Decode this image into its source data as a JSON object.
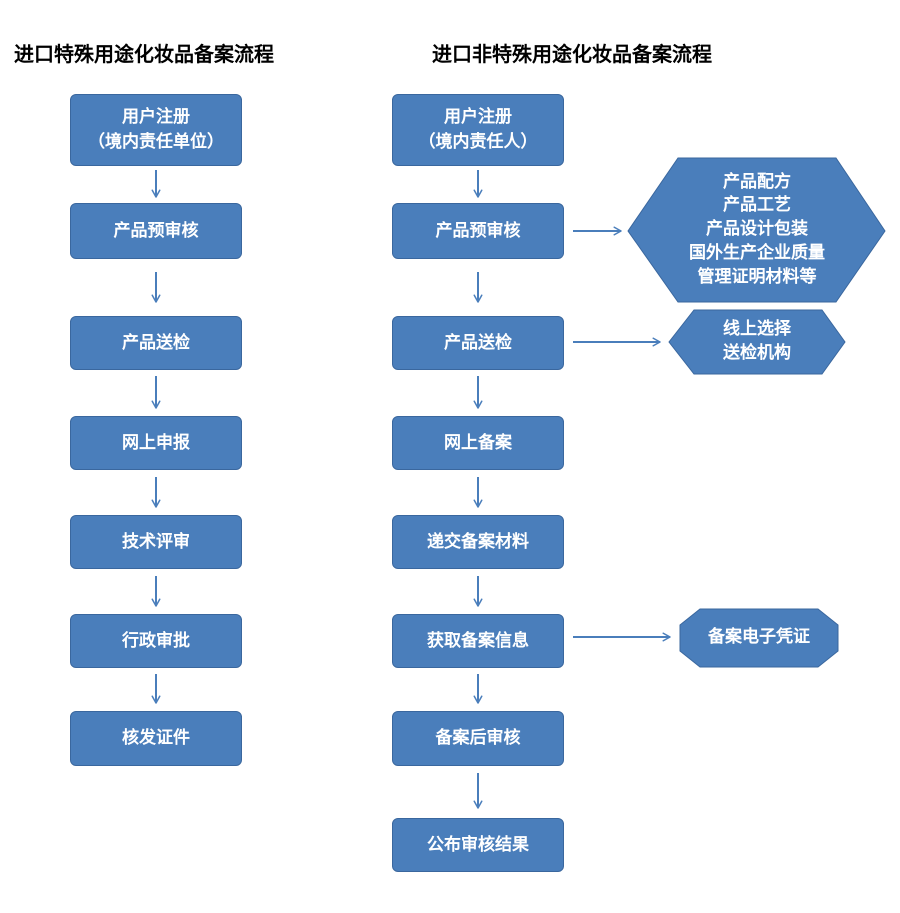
{
  "left": {
    "title": "进口特殊用途化妆品备案流程",
    "steps": [
      {
        "line1": "用户注册",
        "line2": "（境内责任单位）"
      },
      {
        "line1": "产品预审核"
      },
      {
        "line1": "产品送检"
      },
      {
        "line1": "网上申报"
      },
      {
        "line1": "技术评审"
      },
      {
        "line1": "行政审批"
      },
      {
        "line1": "核发证件"
      }
    ]
  },
  "right": {
    "title": "进口非特殊用途化妆品备案流程",
    "steps": [
      {
        "line1": "用户注册",
        "line2": "（境内责任人）"
      },
      {
        "line1": "产品预审核"
      },
      {
        "line1": "产品送检"
      },
      {
        "line1": "网上备案"
      },
      {
        "line1": "递交备案材料"
      },
      {
        "line1": "获取备案信息"
      },
      {
        "line1": "备案后审核"
      },
      {
        "line1": "公布审核结果"
      }
    ]
  },
  "callouts": {
    "materials": [
      "产品配方",
      "产品工艺",
      "产品设计包装",
      "国外生产企业质量",
      "管理证明材料等"
    ],
    "inspection": [
      "线上选择",
      "送检机构"
    ],
    "certificate": [
      "备案电子凭证"
    ]
  },
  "colors": {
    "box_fill": "#4a7ebb",
    "box_border": "#3a679e",
    "arrow": "#4a7ebb",
    "text": "#ffffff"
  }
}
